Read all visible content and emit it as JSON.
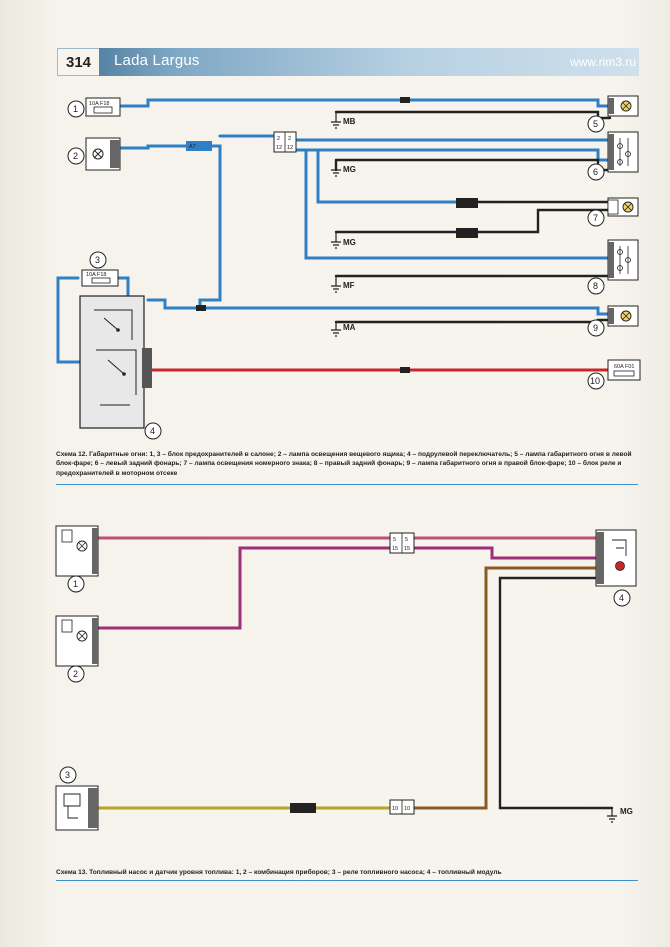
{
  "header": {
    "page_number": "314",
    "book_title": "Lada Largus",
    "website": "www.rim3.ru"
  },
  "scheme12": {
    "callouts": [
      "1",
      "2",
      "3",
      "4",
      "5",
      "6",
      "7",
      "8",
      "9",
      "10"
    ],
    "fuse_labels": {
      "f18_top": "10A F18",
      "f18_mid": "10A F18",
      "f01": "60A F01"
    },
    "connector_labels": {
      "a7": "A7",
      "c2": "2",
      "c12": "12"
    },
    "ground_labels": [
      "MB",
      "MG",
      "MG",
      "MF",
      "MA"
    ],
    "caption": "Схема 12. Габаритные огни: 1, 3 – блок предохранителей в салоне; 2 – лампа освещения вещевого ящика; 4 – подрулевой переключатель; 5 – лампа габаритного огня в левой блок-фаре; 6 – левый задний фонарь; 7 – лампа освещения номерного знака; 8 – правый задний фонарь; 9 – лампа габаритного огня в правой блок-фаре; 10 – блок реле и предохранителей в моторном отсеке"
  },
  "scheme13": {
    "callouts": [
      "1",
      "2",
      "3",
      "4"
    ],
    "connector_labels": {
      "c5": "5",
      "c15": "15",
      "c10": "10"
    },
    "ground_labels": [
      "MG"
    ],
    "caption": "Схема 13. Топливный насос и датчик уровня топлива: 1, 2 – комбинация приборов; 3 – реле топливного насоса; 4 – топливный модуль"
  },
  "colors": {
    "header_blue": "#5b8db3",
    "wire_blue": "#2f7fc4",
    "wire_red": "#c8262b",
    "wire_black": "#222222",
    "wire_pink": "#c0507a",
    "wire_violet": "#9d2f7a",
    "wire_brown": "#8a5a22",
    "wire_yellow": "#b9a326"
  }
}
